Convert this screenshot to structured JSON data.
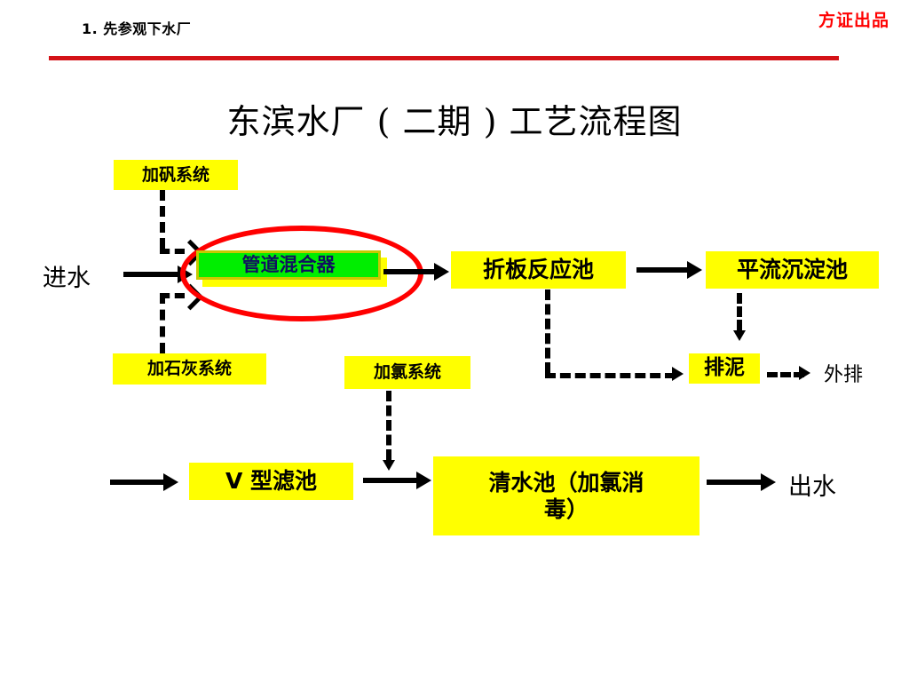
{
  "header": {
    "kicker": "1. 先参观下水厂",
    "brand": "方证出品",
    "rule_color": "#d41217"
  },
  "title": "东滨水厂 ( 二期 ) 工艺流程图",
  "palette": {
    "node_fill": "#ffff00",
    "highlight_fill": "#00ee00",
    "highlight_border": "#c8c800",
    "highlight_text": "#101060",
    "annotation": "#ff0000",
    "line": "#000000"
  },
  "labels": {
    "inlet": "进水",
    "outlet": "出水",
    "external_discharge": "外排"
  },
  "nodes": {
    "alum_dosing": "加矾系统",
    "lime_dosing": "加石灰系统",
    "pipe_mixer": "管道混合器",
    "folded_plate_reactor": "折板反应池",
    "horizontal_sedimentation": "平流沉淀池",
    "sludge_discharge": "排泥",
    "chlorine_dosing": "加氯系统",
    "v_type_filter": "V 型滤池",
    "clear_well": "清水池（加氯消\n毒）",
    "clear_well_line1": "清水池（加氯消",
    "clear_well_line2": "毒）"
  },
  "flow": {
    "main_line_1": [
      "进水",
      "管道混合器",
      "折板反应池",
      "平流沉淀池"
    ],
    "main_line_2": [
      "V 型滤池",
      "清水池（加氯消毒）",
      "出水"
    ],
    "dosing_feeds": [
      "加矾系统",
      "加石灰系统",
      "加氯系统"
    ],
    "sludge_path": [
      "折板反应池",
      "平流沉淀池",
      "排泥",
      "外排"
    ]
  },
  "annotation": {
    "shape": "ellipse",
    "target": "管道混合器",
    "color": "#ff0000"
  }
}
